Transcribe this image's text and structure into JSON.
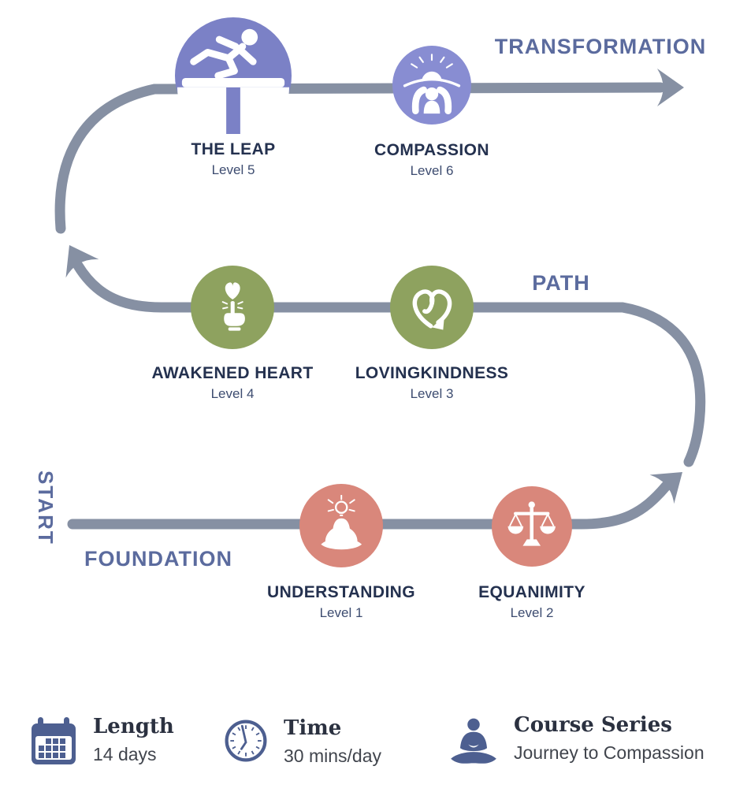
{
  "journey": {
    "start_label": "START",
    "stage_foundation": "FOUNDATION",
    "stage_path": "PATH",
    "stage_transformation": "TRANSFORMATION"
  },
  "nodes": [
    {
      "title": "UNDERSTANDING",
      "level": "Level 1",
      "icon": "meditation-lightbulb-icon",
      "color": "#d9877b"
    },
    {
      "title": "EQUANIMITY",
      "level": "Level 2",
      "icon": "balance-scale-icon",
      "color": "#d9877b"
    },
    {
      "title": "LOVINGKINDNESS",
      "level": "Level 3",
      "icon": "heart-loop-arrow-icon",
      "color": "#8ea25f"
    },
    {
      "title": "AWAKENED HEART",
      "level": "Level 4",
      "icon": "hand-touch-heart-icon",
      "color": "#8ea25f"
    },
    {
      "title": "THE LEAP",
      "level": "Level 5",
      "icon": "hurdler-icon",
      "color": "#7b81c6"
    },
    {
      "title": "COMPASSION",
      "level": "Level 6",
      "icon": "sunrise-person-icon",
      "color": "#888dd2"
    }
  ],
  "info": [
    {
      "title": "Length",
      "value": "14 days",
      "icon": "calendar-icon"
    },
    {
      "title": "Time",
      "value": "30 mins/day",
      "icon": "clock-icon"
    },
    {
      "title": "Course Series",
      "value": "Journey to Compassion",
      "icon": "meditator-icon"
    }
  ],
  "colors": {
    "route": "#8690a3",
    "stage_label": "#5b6b9e",
    "node_title": "#24314f",
    "node_level": "#3d4c70",
    "info_icon": "#4d5f90",
    "info_title": "#2b3140",
    "info_value": "#41454d"
  }
}
